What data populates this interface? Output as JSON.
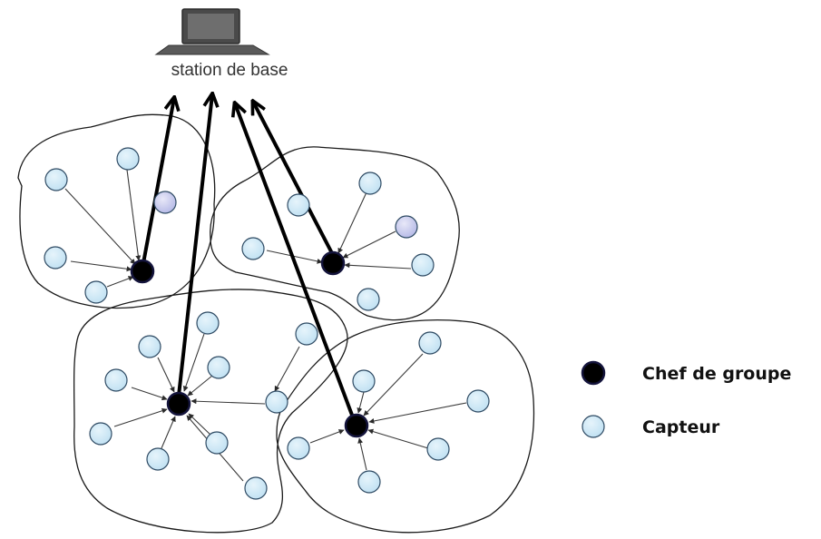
{
  "base_station": {
    "label": "station de base",
    "icon": "laptop-icon"
  },
  "legend": {
    "cluster_head_label": "Chef de groupe",
    "sensor_label": "Capteur"
  },
  "colors": {
    "cluster_head_fill": "#000000",
    "cluster_head_border": "#1e1e6e",
    "sensor_fill": "#cde8f6",
    "sensor_alt_fill": "#c8c8ec",
    "outline": "#1a1a1a"
  }
}
